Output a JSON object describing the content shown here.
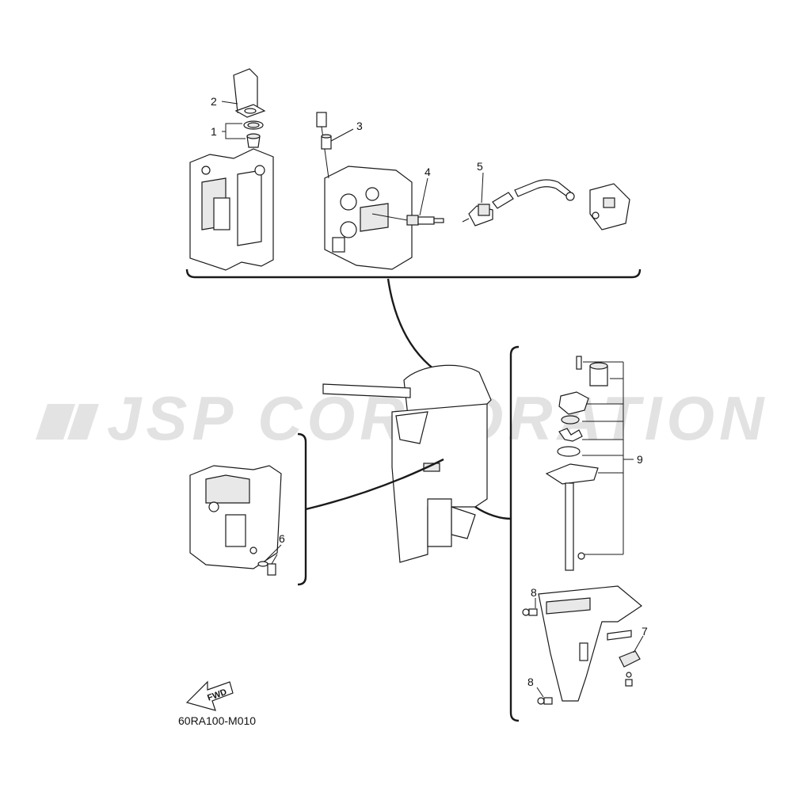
{
  "diagram_code": "60RA100-M010",
  "fwd_label": "FWD",
  "watermark": "JSP CORPORATION",
  "callouts": {
    "c1": "1",
    "c2": "2",
    "c3": "3",
    "c4": "4",
    "c5": "5",
    "c6": "6",
    "c7": "7",
    "c8a": "8",
    "c8b": "8",
    "c9": "9"
  }
}
